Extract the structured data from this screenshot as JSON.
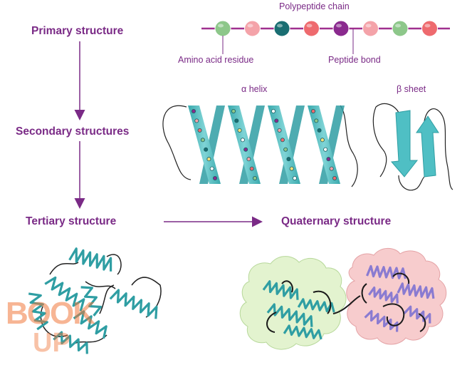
{
  "levels": {
    "primary": "Primary structure",
    "secondary": "Secondary structures",
    "tertiary": "Tertiary structure",
    "quaternary": "Quaternary structure"
  },
  "primary_labels": {
    "chain": "Polypeptide chain",
    "residue": "Amino acid residue",
    "bond": "Peptide bond"
  },
  "secondary_labels": {
    "helix": "α helix",
    "sheet": "β sheet"
  },
  "residue_colors": [
    "#8dc78a",
    "#f4a3a9",
    "#1a6e72",
    "#ee6a6e",
    "#8a2a8e",
    "#f4a3a9",
    "#8dc78a",
    "#ee6a6e"
  ],
  "colors": {
    "label": "#7a2a86",
    "chain": "#a0308f",
    "helix": "#5ec6c8",
    "helix_dark": "#2f9ea3",
    "strand": "#4fbfc4",
    "coil": "#222222",
    "subunit_green": "#e3f3cf",
    "subunit_pink": "#f7cccd",
    "helix_purple": "#8a7bd1"
  },
  "watermark": {
    "top": "BOOK",
    "bottom": "UP"
  }
}
